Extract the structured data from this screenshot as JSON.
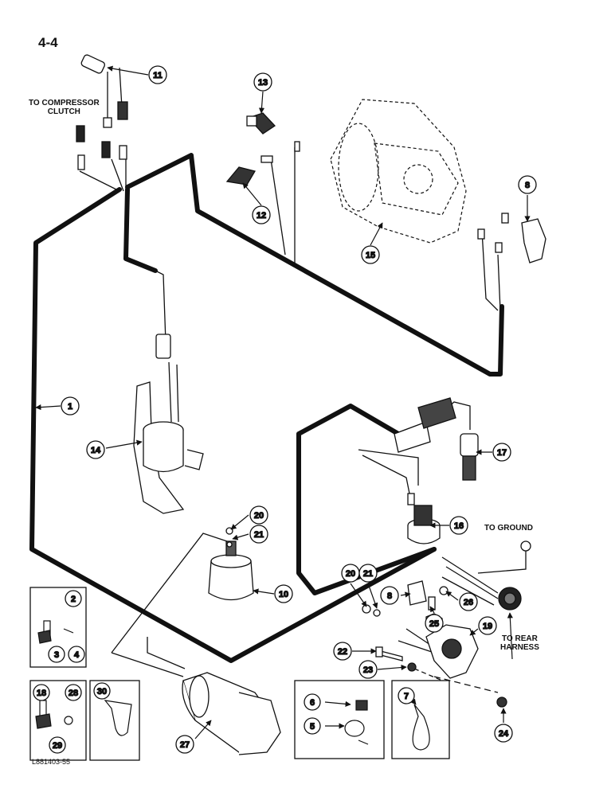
{
  "page": {
    "number": "4-4",
    "figure_code": "L881403-55"
  },
  "labels": {
    "compressor": "TO COMPRESSOR\nCLUTCH",
    "ground": "TO GROUND",
    "rear": "TO REAR\nHARNESS"
  },
  "callouts": [
    "1",
    "2",
    "3",
    "4",
    "5",
    "6",
    "7",
    "8",
    "8",
    "10",
    "11",
    "12",
    "13",
    "14",
    "15",
    "16",
    "17",
    "18",
    "19",
    "20",
    "20",
    "21",
    "21",
    "22",
    "23",
    "24",
    "25",
    "26",
    "27",
    "28",
    "29",
    "30"
  ],
  "colors": {
    "ink": "#111111",
    "paper": "#ffffff"
  }
}
